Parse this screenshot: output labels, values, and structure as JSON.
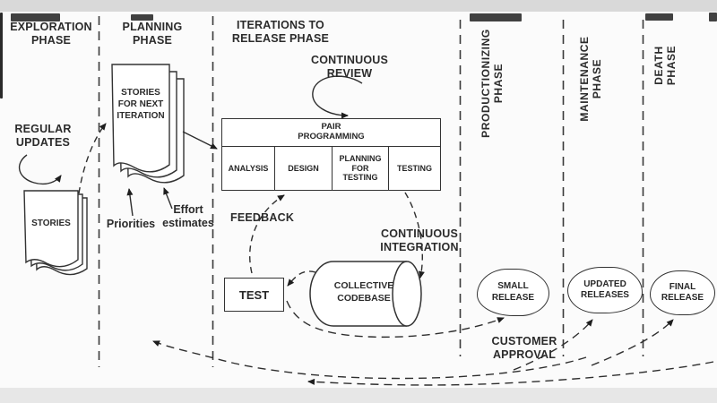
{
  "phases": {
    "exploration": {
      "label": "EXPLORATION\nPHASE"
    },
    "planning": {
      "label": "PLANNING\nPHASE"
    },
    "iterations": {
      "label": "ITERATIONS TO\nRELEASE PHASE"
    },
    "productionizing": {
      "label": "PRODUCTIONIZING\nPHASE"
    },
    "maintenance": {
      "label": "MAINTENANCE\nPHASE"
    },
    "death": {
      "label": "DEATH\nPHASE"
    }
  },
  "artifacts": {
    "stories": "STORIES",
    "stories_next_iteration": "STORIES\nFOR NEXT\nITERATION",
    "test": "TEST",
    "collective_codebase": "COLLECTIVE\nCODEBASE"
  },
  "process": {
    "pair_programming": "PAIR\nPROGRAMMING",
    "activities": [
      "ANALYSIS",
      "DESIGN",
      "PLANNING\nFOR\nTESTING",
      "TESTING"
    ]
  },
  "annotations": {
    "regular_updates": "REGULAR\nUPDATES",
    "continuous_review": "CONTINUOUS\nREVIEW",
    "feedback": "FEEDBACK",
    "continuous_integration": "CONTINUOUS\nINTEGRATION",
    "priorities": "Priorities",
    "effort_estimates": "Effort\nestimates",
    "customer_approval": "CUSTOMER\nAPPROVAL"
  },
  "releases": {
    "small": "SMALL\nRELEASE",
    "updated": "UPDATED\nRELEASES",
    "final": "FINAL\nRELEASE"
  },
  "colors": {
    "ink": "#2b2b2b",
    "background": "#fbfbfb",
    "band_top": "#d9d9d9",
    "band_bottom": "#e7e7e7"
  }
}
